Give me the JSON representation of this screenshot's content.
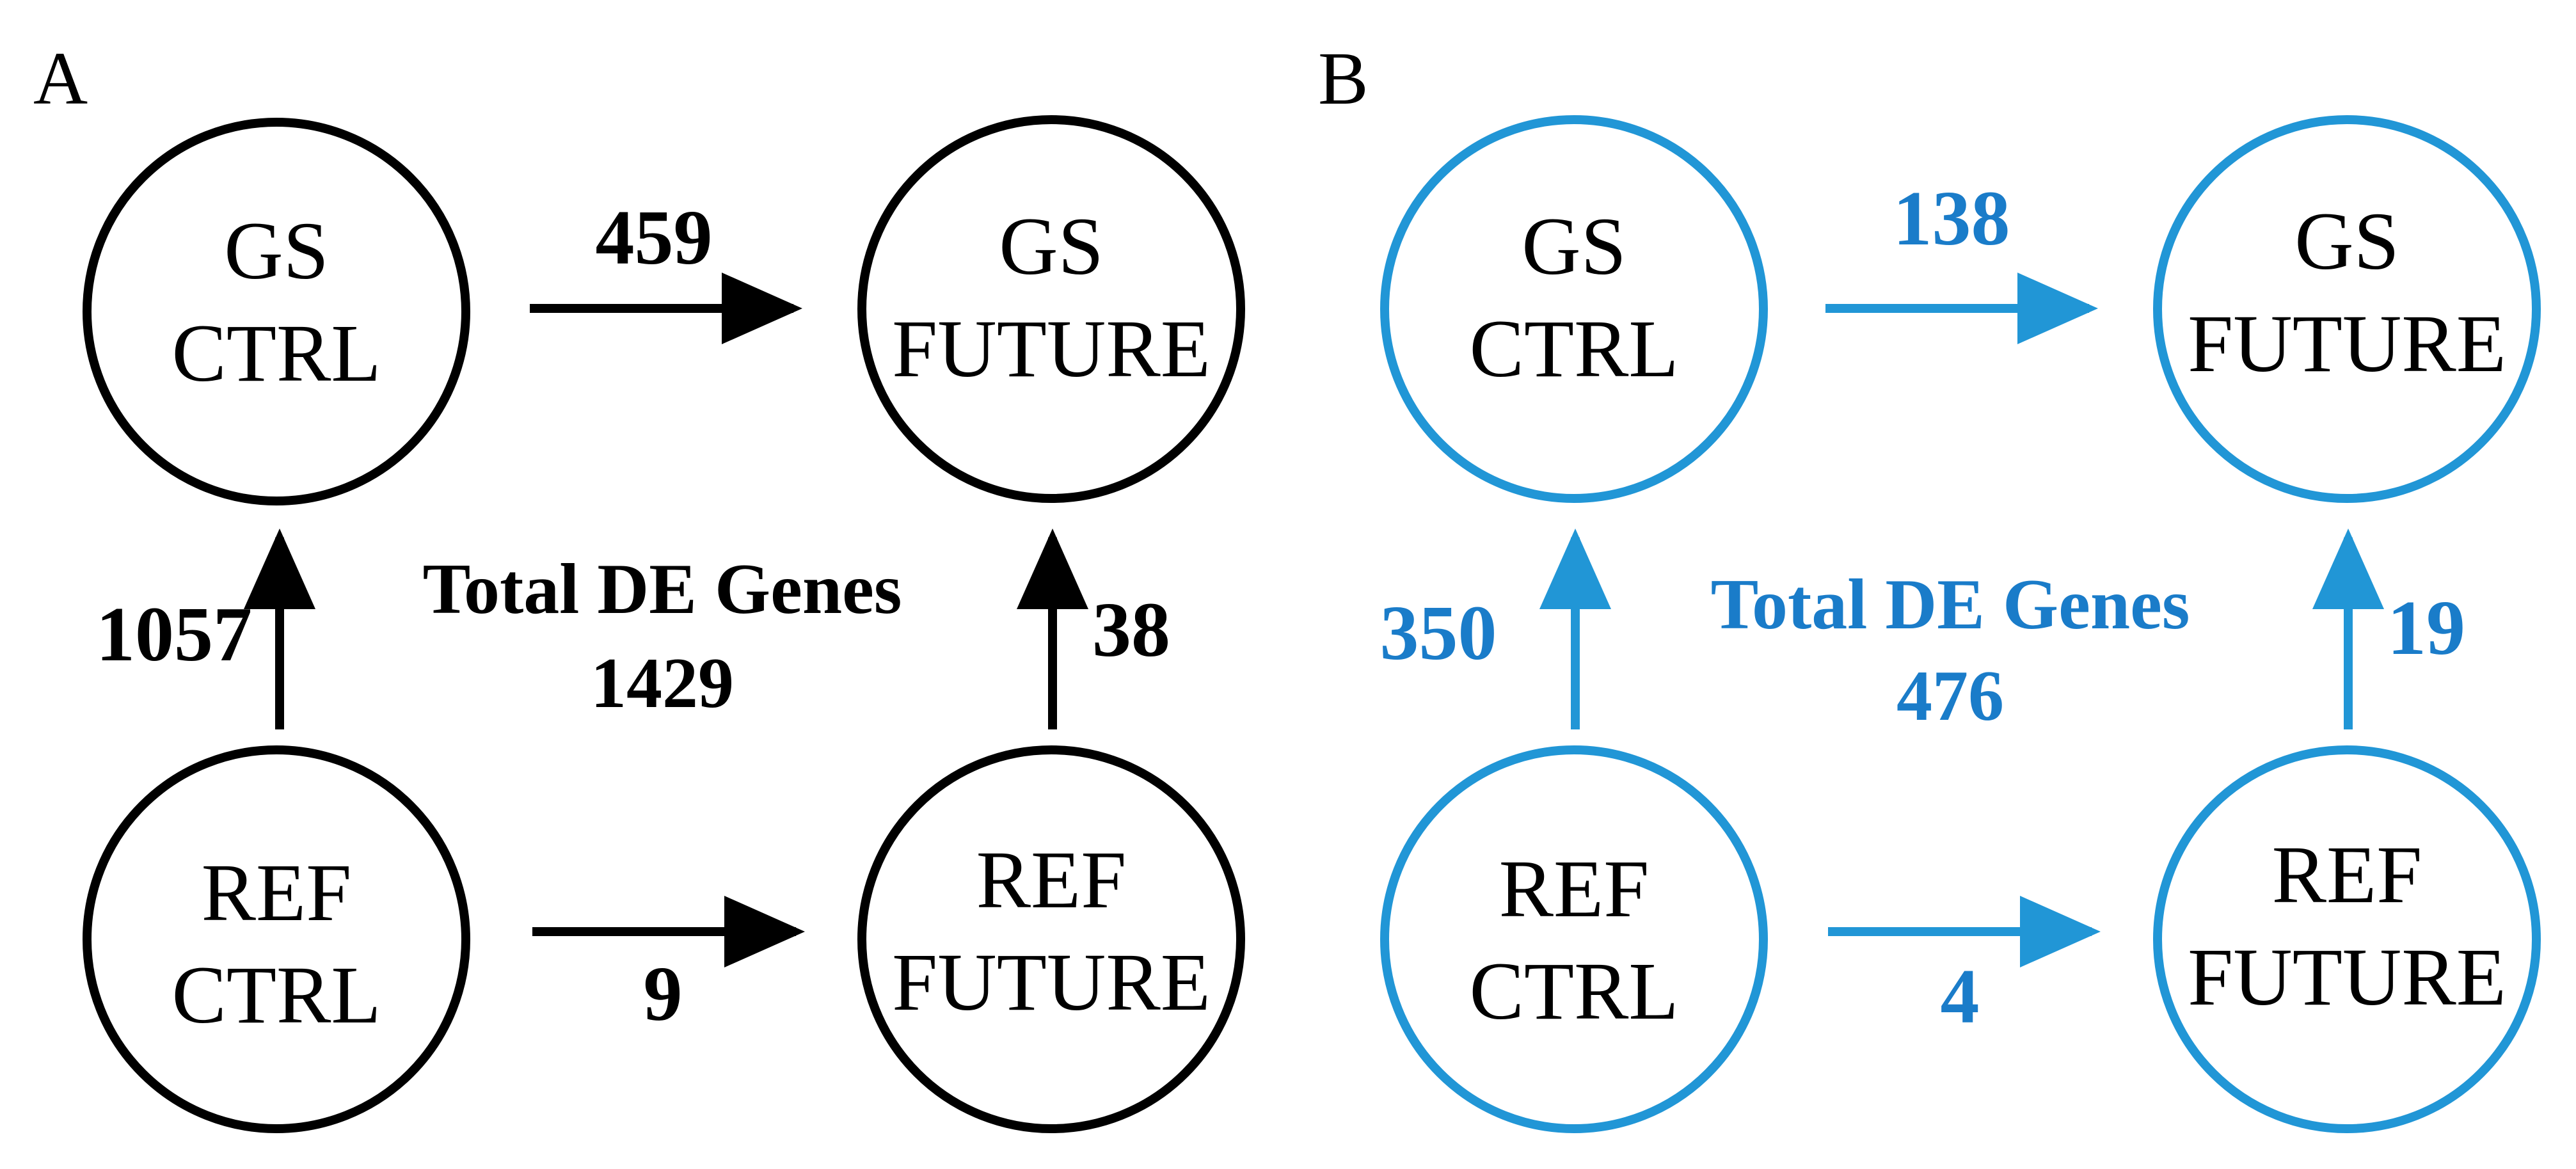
{
  "colors": {
    "panel_a": "#000000",
    "panel_b": "#2196d6",
    "panel_b_text": "#1a7cc9",
    "node_text": "#000000"
  },
  "panels": [
    {
      "letter": "A",
      "nodes": {
        "gs_ctrl": {
          "line1": "GS",
          "line2": "CTRL"
        },
        "gs_future": {
          "line1": "GS",
          "line2": "FUTURE"
        },
        "ref_ctrl": {
          "line1": "REF",
          "line2": "CTRL"
        },
        "ref_future": {
          "line1": "REF",
          "line2": "FUTURE"
        }
      },
      "counts": {
        "gs_ctrl_to_gs_future": "459",
        "ref_ctrl_to_gs_ctrl": "1057",
        "ref_future_to_gs_future": "38",
        "ref_ctrl_to_ref_future": "9"
      },
      "total_label": "Total DE Genes",
      "total_value": "1429"
    },
    {
      "letter": "B",
      "nodes": {
        "gs_ctrl": {
          "line1": "GS",
          "line2": "CTRL"
        },
        "gs_future": {
          "line1": "GS",
          "line2": "FUTURE"
        },
        "ref_ctrl": {
          "line1": "REF",
          "line2": "CTRL"
        },
        "ref_future": {
          "line1": "REF",
          "line2": "FUTURE"
        }
      },
      "counts": {
        "gs_ctrl_to_gs_future": "138",
        "ref_ctrl_to_gs_ctrl": "350",
        "ref_future_to_gs_future": "19",
        "ref_ctrl_to_ref_future": "4"
      },
      "total_label": "Total DE Genes",
      "total_value": "476"
    }
  ]
}
